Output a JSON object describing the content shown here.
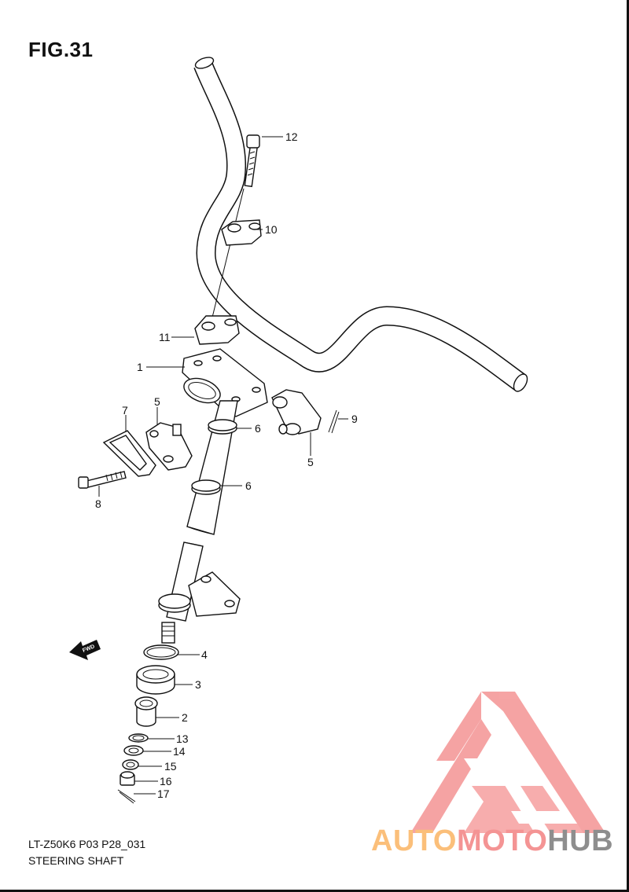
{
  "figure": {
    "title": "FIG.31",
    "code": "LT-Z50K6 P03 P28_031",
    "name": "STEERING SHAFT"
  },
  "callouts": [
    {
      "id": "1",
      "label": "1"
    },
    {
      "id": "2",
      "label": "2"
    },
    {
      "id": "3",
      "label": "3"
    },
    {
      "id": "4",
      "label": "4"
    },
    {
      "id": "5a",
      "label": "5"
    },
    {
      "id": "5b",
      "label": "5"
    },
    {
      "id": "6a",
      "label": "6"
    },
    {
      "id": "6b",
      "label": "6"
    },
    {
      "id": "7",
      "label": "7"
    },
    {
      "id": "8",
      "label": "8"
    },
    {
      "id": "9",
      "label": "9"
    },
    {
      "id": "10",
      "label": "10"
    },
    {
      "id": "11",
      "label": "11"
    },
    {
      "id": "12",
      "label": "12"
    },
    {
      "id": "13",
      "label": "13"
    },
    {
      "id": "14",
      "label": "14"
    },
    {
      "id": "15",
      "label": "15"
    },
    {
      "id": "16",
      "label": "16"
    },
    {
      "id": "17",
      "label": "17"
    }
  ],
  "fwd_arrow": {
    "label": "FWD"
  },
  "watermark": {
    "part1": "AUTO",
    "part2": "MOTO",
    "part3": "HUB",
    "colors": {
      "auto": "#fbbf7a",
      "moto": "#f49494",
      "hub": "#8e8e8e",
      "logo": "#f49494"
    }
  }
}
